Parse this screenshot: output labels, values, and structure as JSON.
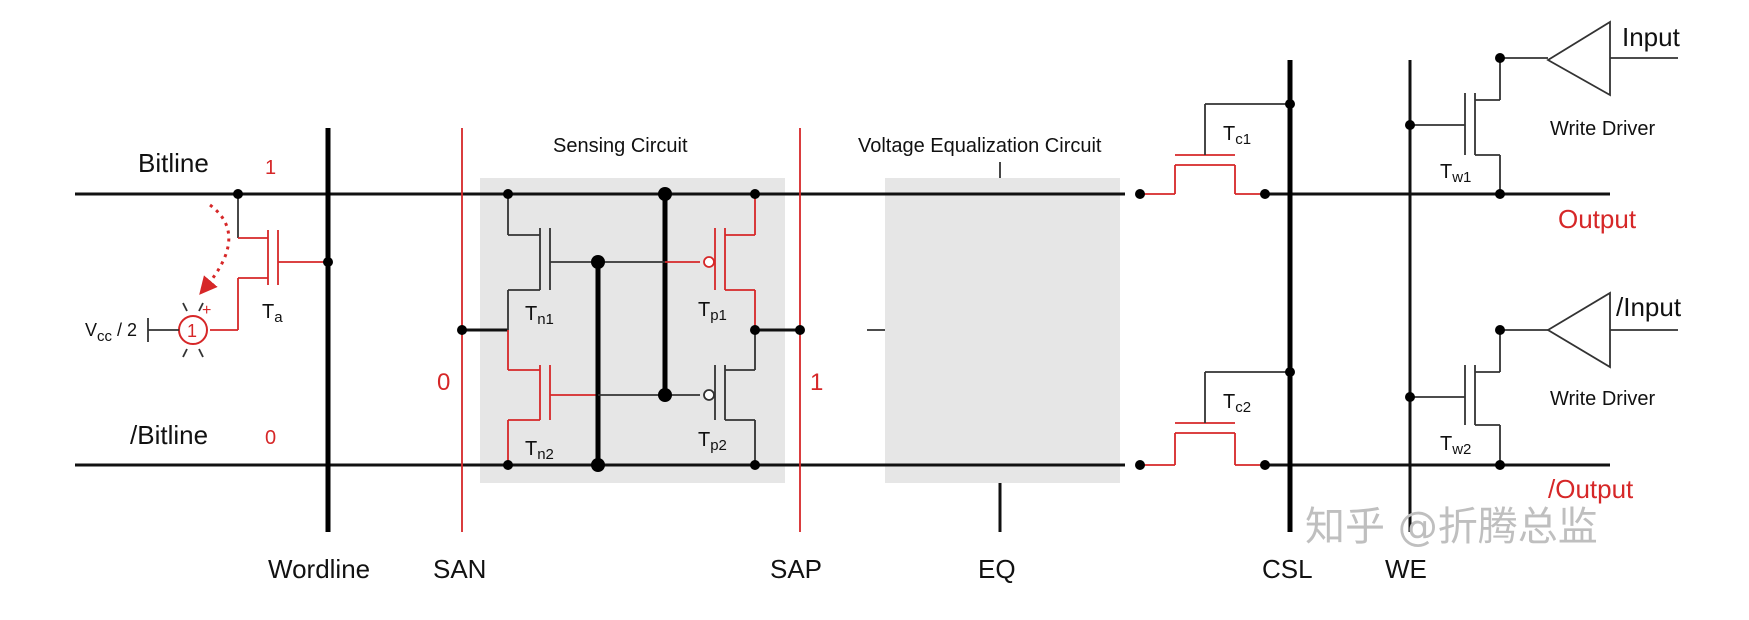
{
  "labels": {
    "bitline": "Bitline",
    "bitline_value": "1",
    "bitline_bar": "/Bitline",
    "bitline_bar_value": "0",
    "wordline": "Wordline",
    "san": "SAN",
    "san_value": "0",
    "sap": "SAP",
    "sap_value": "1",
    "eq": "EQ",
    "csl": "CSL",
    "we": "WE",
    "sensing_circuit": "Sensing Circuit",
    "voltage_eq_circuit": "Voltage Equalization Circuit",
    "write_driver_top": "Write Driver",
    "write_driver_bottom": "Write Driver",
    "input": "Input",
    "input_bar": "/Input",
    "output": "Output",
    "output_bar": "/Output",
    "vcc": "V",
    "vcc_sub": "cc",
    "vcc_rest": " / 2",
    "cell_number": "1",
    "plus": "+"
  },
  "transistors": {
    "ta": {
      "main": "T",
      "sub": "a"
    },
    "tn1": {
      "main": "T",
      "sub": "n1"
    },
    "tn2": {
      "main": "T",
      "sub": "n2"
    },
    "tp1": {
      "main": "T",
      "sub": "p1"
    },
    "tp2": {
      "main": "T",
      "sub": "p2"
    },
    "tc1": {
      "main": "T",
      "sub": "c1"
    },
    "tc2": {
      "main": "T",
      "sub": "c2"
    },
    "tw1": {
      "main": "T",
      "sub": "w1"
    },
    "tw2": {
      "main": "T",
      "sub": "w2"
    }
  },
  "watermark": "知乎 @折腾总监",
  "colors": {
    "active_signal": "#d62728",
    "wire": "#111111",
    "shaded_block": "#e6e6e6"
  }
}
